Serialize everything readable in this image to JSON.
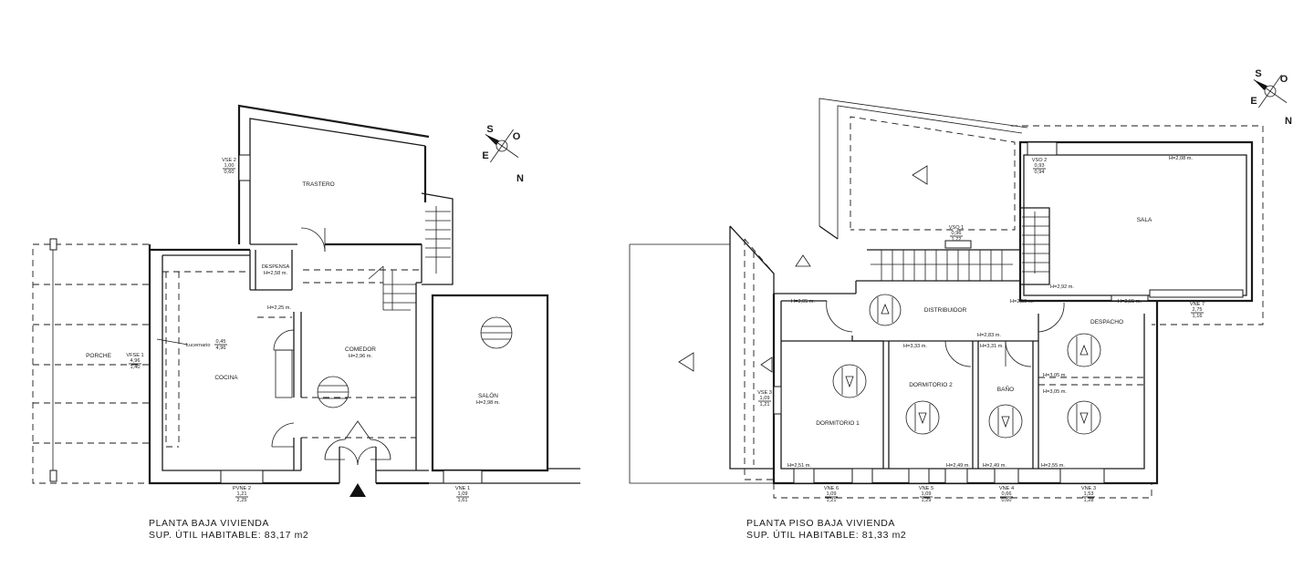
{
  "ground_floor": {
    "title": "PLANTA BAJA VIVIENDA",
    "area": "SUP. ÚTIL HABITABLE: 83,17 m2",
    "rooms": {
      "trastero": "TRASTERO",
      "despensa": "DESPENSA",
      "despensa_h": "H=2,58 m.",
      "h_225": "H=2,25 m.",
      "porche": "PORCHE",
      "lucernario": "Lucernario",
      "cocina": "COCINA",
      "comedor": "COMEDOR",
      "comedor_h": "H=2,96 m.",
      "salon": "SALÓN",
      "salon_h": "H=2,98 m."
    },
    "openings": {
      "vse2_name": "VSE 2",
      "vse2_a": "1,00",
      "vse2_b": "0,60",
      "vfse1_name": "VFSE 1",
      "vfse1_a": "4,96",
      "vfse1_b": "1,40",
      "luc_a": "0,45",
      "luc_b": "4,96",
      "pvne2_name": "PVNE 2",
      "pvne2_a": "1,21",
      "pvne2_b": "2,25",
      "vne1_name": "VNE 1",
      "vne1_a": "1,09",
      "vne1_b": "1,61"
    }
  },
  "upper_floor": {
    "title": "PLANTA PISO BAJA VIVIENDA",
    "area": "SUP. ÚTIL HABITABLE: 81,33 m2",
    "rooms": {
      "sala": "SALA",
      "sala_h": "H=2,08 m.",
      "h_292": "H=2,92 m.",
      "distribuidor": "DISTRIBUIDOR",
      "h_365": "H=3,65 m.",
      "h_259": "H=2,59 m.",
      "h_255a": "H=2,55 m.",
      "h_283": "H=2,83 m.",
      "h_333": "H=3,33 m.",
      "h_331": "H=3,31 m.",
      "despacho": "DESPACHO",
      "h_305a": "H=3,05 m.",
      "h_305b": "H=3,05 m.",
      "dormitorio1": "DORMITORIO 1",
      "dormitorio2": "DORMITORIO 2",
      "bano": "BAÑO",
      "h_251": "H=2,51 m.",
      "h_249a": "H=2,49 m.",
      "h_249b": "H=2,49 m.",
      "h_255b": "H=2,55 m."
    },
    "openings": {
      "vso2_name": "VSO 2",
      "vso2_a": "0,93",
      "vso2_b": "0,94",
      "vso1_name": "VSO 1",
      "vso1_a": "0,96",
      "vso1_b": "1,72",
      "vne7_name": "VNE 7",
      "vne7_a": "2,75",
      "vne7_b": "1,16",
      "vse3_name": "VSE 3",
      "vse3_a": "1,09",
      "vse3_b": "1,21",
      "vne6_name": "VNE 6",
      "vne6_a": "1,09",
      "vne6_b": "1,21",
      "vne5_name": "VNE 5",
      "vne5_a": "1,09",
      "vne5_b": "1,29",
      "vne4_name": "VNE 4",
      "vne4_a": "0,66",
      "vne4_b": "0,60",
      "vne3_name": "VNE 3",
      "vne3_a": "1,53",
      "vne3_b": "1,28"
    }
  },
  "compass": {
    "n": "N",
    "s": "S",
    "e": "E",
    "o": "O"
  },
  "icons": [
    "compass-rose-icon",
    "entrance-arrow-icon",
    "skylight-icon",
    "arrow-down-icon",
    "arrow-up-icon",
    "arrow-left-icon"
  ]
}
